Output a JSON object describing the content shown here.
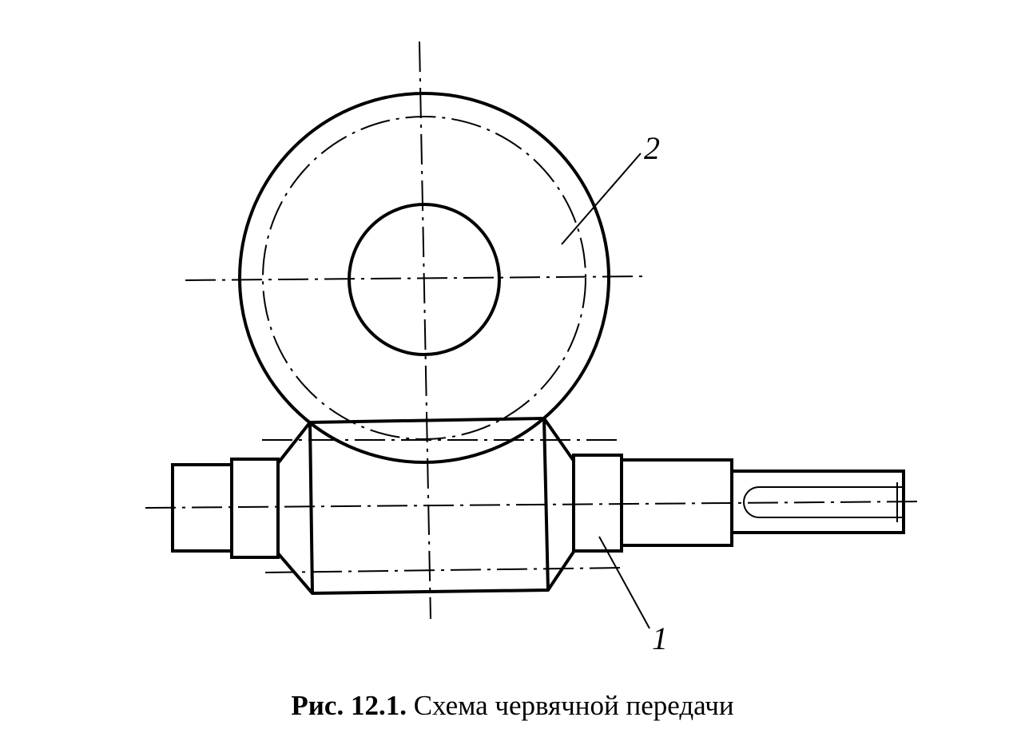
{
  "labels": {
    "wheel": "2",
    "worm": "1"
  },
  "caption": {
    "figure_number": "Рис. 12.1.",
    "text": "Схема червячной передачи"
  }
}
